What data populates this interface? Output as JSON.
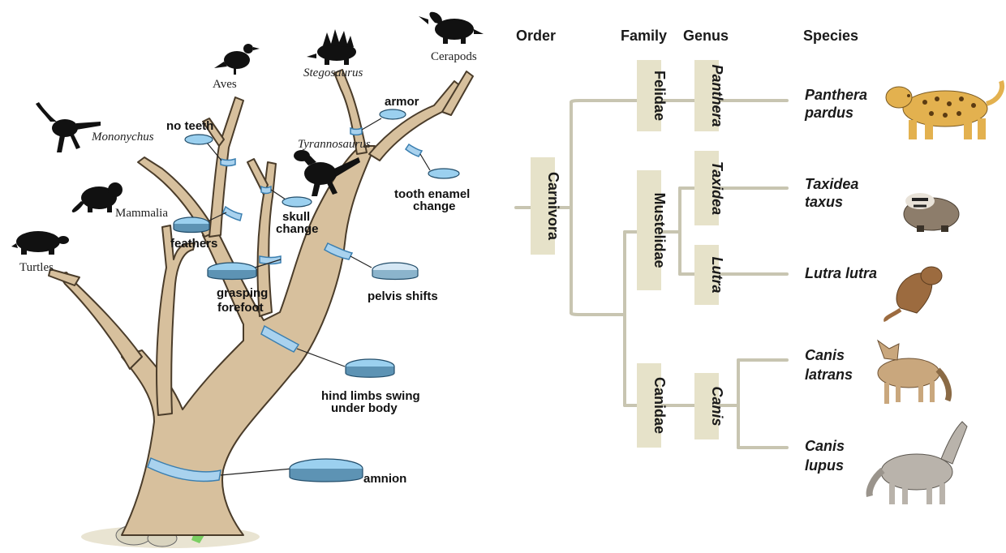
{
  "tree": {
    "groups": {
      "turtles": "Turtles",
      "mammalia": "Mammalia",
      "mononychus": "Mononychus",
      "aves": "Aves",
      "stegosaurus": "Stegosaurus",
      "tyrannosaurus": "Tyrannosaurus",
      "cerapods": "Cerapods"
    },
    "traits": {
      "no_teeth": "no teeth",
      "armor": "armor",
      "tooth_enamel_1": "tooth enamel",
      "tooth_enamel_2": "change",
      "skull_1": "skull",
      "skull_2": "change",
      "feathers": "feathers",
      "grasping_1": "grasping",
      "grasping_2": "forefoot",
      "pelvis": "pelvis shifts",
      "hind_1": "hind limbs swing",
      "hind_2": "under body",
      "amnion": "amnion"
    }
  },
  "cladogram": {
    "headers": {
      "order": "Order",
      "family": "Family",
      "genus": "Genus",
      "species": "Species"
    },
    "order": "Carnivora",
    "families": {
      "felidae": "Felidae",
      "mustelidae": "Mustelidae",
      "canidae": "Canidae"
    },
    "genera": {
      "panthera": "Panthera",
      "taxidea": "Taxidea",
      "lutra": "Lutra",
      "canis": "Canis"
    },
    "species": {
      "panthera_1": "Panthera",
      "panthera_2": "pardus",
      "taxidea_1": "Taxidea",
      "taxidea_2": "taxus",
      "lutra": "Lutra lutra",
      "latrans_1": "Canis",
      "latrans_2": "latrans",
      "lupus_1": "Canis",
      "lupus_2": "lupus"
    },
    "colors": {
      "line": "#c8c5b1",
      "box": "#e6e2c9"
    }
  }
}
